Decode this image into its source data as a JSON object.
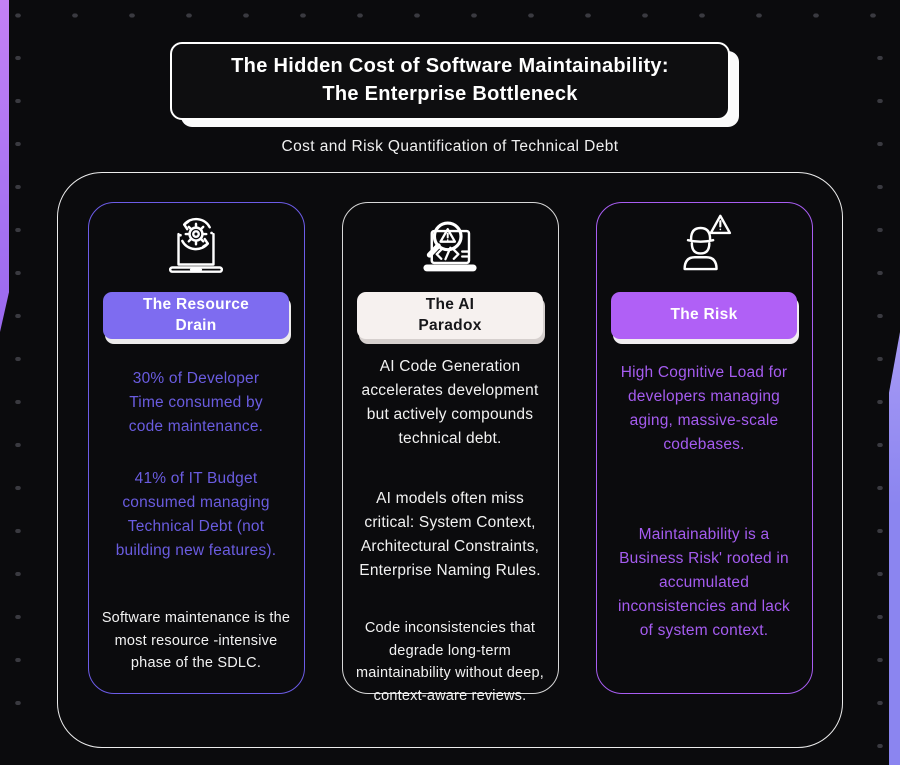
{
  "header": {
    "title_line1": "The Hidden Cost of Software Maintainability:",
    "title_line2": "The Enterprise Bottleneck",
    "subtitle": "Cost and Risk Quantification of Technical Debt"
  },
  "colors": {
    "background": "#0b0b0d",
    "resource_drain_accent": "#6c5ce7",
    "resource_drain_badge_bg": "#7e6cf0",
    "ai_paradox_badge_bg": "#f6f1ef",
    "risk_accent": "#a85df2",
    "risk_badge_bg": "#b060f6",
    "frame_border": "#ececec",
    "edge_shape_left": "#b478f3",
    "edge_shape_right": "#8b85f0",
    "text_white": "#f2f2f2"
  },
  "cards": [
    {
      "name": "resource-drain",
      "icon": "laptop-gear-sync-icon",
      "badge_lines": [
        "The Resource",
        "Drain"
      ],
      "paragraphs": [
        "30% of Developer Time consumed by code maintenance.",
        "41% of IT Budget consumed managing Technical Debt (not building new features).",
        "Software maintenance is the most resource -intensive phase of the SDLC."
      ]
    },
    {
      "name": "ai-paradox",
      "icon": "laptop-code-magnifier-warning-icon",
      "badge_lines": [
        "The AI",
        "Paradox"
      ],
      "paragraphs": [
        "AI Code Generation accelerates development but actively compounds technical debt.",
        "AI models often miss critical: System Context, Architectural Constraints, Enterprise Naming Rules.",
        "Code inconsistencies that degrade long-term maintainability without deep, context-aware reviews."
      ]
    },
    {
      "name": "risk",
      "icon": "developer-warning-icon",
      "badge_lines": [
        "The Risk"
      ],
      "paragraphs": [
        "High Cognitive Load for developers managing aging, massive-scale codebases.",
        "Maintainability is a Business Risk' rooted in accumulated inconsistencies and lack of system context."
      ]
    }
  ]
}
